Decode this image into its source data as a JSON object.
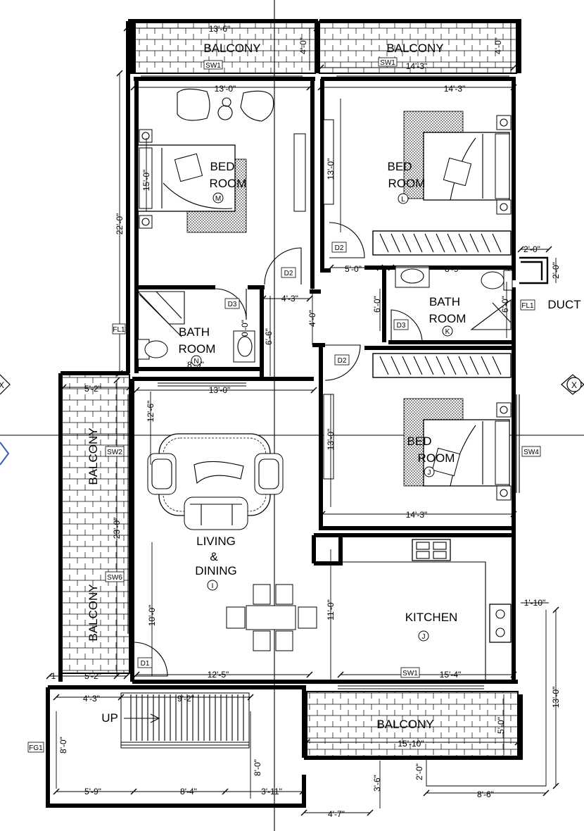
{
  "rooms": {
    "balcony_top_left": "BALCONY",
    "balcony_top_right": "BALCONY",
    "balcony_left_upper": "BALCONY",
    "balcony_left_lower": "BALCONY",
    "balcony_bottom": "BALCONY",
    "bedroom_m": {
      "line1": "BED",
      "line2": "ROOM",
      "marker": "M"
    },
    "bedroom_l": {
      "line1": "BED",
      "line2": "ROOM",
      "marker": "L"
    },
    "bedroom_j": {
      "line1": "BED",
      "line2": "ROOM",
      "marker": "J"
    },
    "bath_n": {
      "line1": "BATH",
      "line2": "ROOM",
      "marker": "N"
    },
    "bath_k": {
      "line1": "BATH",
      "line2": "ROOM",
      "marker": "K"
    },
    "living": {
      "line1": "LIVING",
      "line2": "&",
      "line3": "DINING",
      "marker": "I"
    },
    "kitchen": {
      "line1": "KITCHEN",
      "marker": "J"
    },
    "duct": "DUCT",
    "stair_up": "UP"
  },
  "tags": {
    "sw1_a": "SW1",
    "sw1_b": "SW1",
    "sw1_c": "SW1",
    "sw2": "SW2",
    "sw6": "SW6",
    "sw4": "SW4",
    "d1": "D1",
    "d2_a": "D2",
    "d2_b": "D2",
    "d2_c": "D2",
    "d3_a": "D3",
    "d3_b": "D3",
    "fl1_a": "FL1",
    "fl1_b": "FL1",
    "fg1": "FG1"
  },
  "section_marker": "X",
  "dimensions": {
    "d_13_6": "13'-6\"",
    "d_4_0_a": "4'-0\"",
    "d_4_0_b": "4'-0\"",
    "d_14_3_a": "14'-3\"",
    "d_14_3_b": "14'-3\"",
    "d_14_3_c": "14'-3\"",
    "d_13_0_a": "13'-0\"",
    "d_13_0_b": "13'-0\"",
    "d_13_0_c": "13'-0\"",
    "d_13_0_d": "13'-0\"",
    "d_13_0_e": "13'-0\"",
    "d_22_0": "22'-0\"",
    "d_15_0": "15'-0\"",
    "d_2_0_a": "2'-0\"",
    "d_2_0_b": "2'-0\"",
    "d_2_0_c": "2'-0\"",
    "d_5_0_a": "5'-0\"",
    "d_5_0_b": "5'-0\"",
    "d_8_9_a": "8'-9\"",
    "d_8_9_b": "8'-9\"",
    "d_4_3_a": "4'-3\"",
    "d_4_3_b": "4'-3\"",
    "d_4_0_c": "4'-0\"",
    "d_6_0_a": "6'-0\"",
    "d_6_0_b": "6'-0\"",
    "d_6_6": "6'-6\"",
    "d_0_0": "0'-0\"",
    "d_5_2_a": "5'-2\"",
    "d_5_2_b": "5'-2\"",
    "d_12_6": "12'-6\"",
    "d_23_0": "23'-0\"",
    "d_10_0": "10'-0\"",
    "d_11_0": "11'-0\"",
    "d_12_5": "12'-5\"",
    "d_15_4": "15'-4\"",
    "d_1_10": "1'-10\"",
    "d_1": "1",
    "d_9_2": "9'-2\"",
    "d_8_0_a": "8'-0\"",
    "d_8_0_b": "8'-0\"",
    "d_5_9": "5'-9\"",
    "d_8_4": "8'-4\"",
    "d_3_11": "3'-11\"",
    "d_15_10": "15'-10\"",
    "d_3_6": "3'-6\"",
    "d_4_7": "4'-7\"",
    "d_8_6": "8'-6\""
  }
}
